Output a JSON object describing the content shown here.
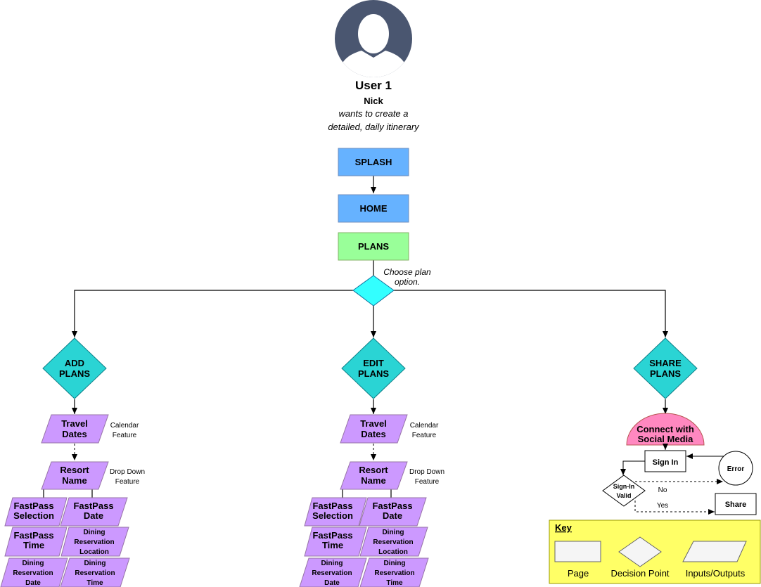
{
  "user": {
    "title": "User 1",
    "name": "Nick",
    "goal_line1": "wants to create a",
    "goal_line2": "detailed, daily itinerary"
  },
  "pages": {
    "splash": "SPLASH",
    "home": "HOME",
    "plans": "PLANS"
  },
  "decision": {
    "label_line1": "Choose plan",
    "label_line2": "option."
  },
  "branches": {
    "add": [
      "ADD",
      "PLANS"
    ],
    "edit": [
      "EDIT",
      "PLANS"
    ],
    "share": [
      "SHARE",
      "PLANS"
    ]
  },
  "inputs": {
    "travel_dates": [
      "Travel",
      "Dates"
    ],
    "resort_name": [
      "Resort",
      "Name"
    ],
    "fastpass_selection": [
      "FastPass",
      "Selection"
    ],
    "fastpass_date": [
      "FastPass",
      "Date"
    ],
    "fastpass_time": [
      "FastPass",
      "Time"
    ],
    "dining_location": [
      "Dining",
      "Reservation",
      "Location"
    ],
    "dining_date": [
      "Dining",
      "Reservation",
      "Date"
    ],
    "dining_time": [
      "Dining",
      "Reservation",
      "Time"
    ]
  },
  "notes": {
    "calendar": [
      "Calendar",
      "Feature"
    ],
    "dropdown": [
      "Drop Down",
      "Feature"
    ]
  },
  "share_flow": {
    "connect": [
      "Connect with",
      "Social Media"
    ],
    "sign_in": "Sign In",
    "error": "Error",
    "sign_in_valid": [
      "Sign-In",
      "Valid"
    ],
    "no": "No",
    "yes": "Yes",
    "share": "Share"
  },
  "key": {
    "title": "Key",
    "page": "Page",
    "decision": "Decision Point",
    "io": "Inputs/Outputs"
  },
  "colors": {
    "page_blue": "#66b2ff",
    "page_green": "#99ff99",
    "decision_cyan": "#33ffff",
    "branch_teal": "#2ad4d4",
    "io_purple": "#cc99ff",
    "connect_pink": "#ff88c0",
    "key_yellow": "#ffff66",
    "avatar_slate": "#4a5670"
  }
}
